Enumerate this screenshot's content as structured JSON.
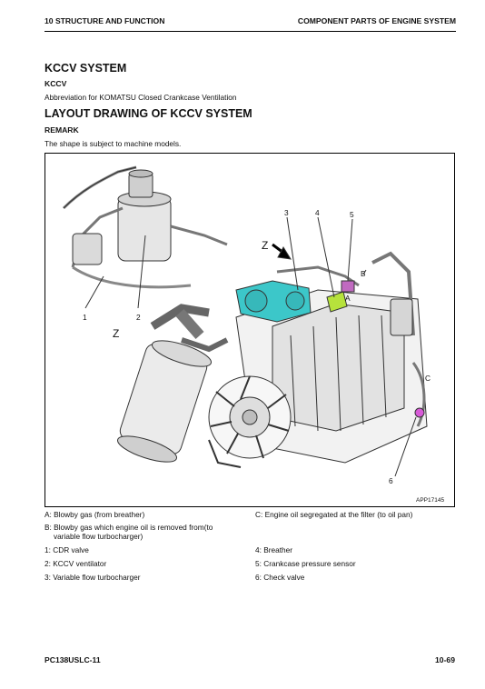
{
  "header": {
    "left": "10 STRUCTURE AND FUNCTION",
    "right": "COMPONENT PARTS OF ENGINE SYSTEM"
  },
  "section": {
    "title": "KCCV SYSTEM",
    "subtitle": "KCCV",
    "description": "Abbreviation for KOMATSU Closed Crankcase Ventilation"
  },
  "layout": {
    "title": "LAYOUT DRAWING OF KCCV SYSTEM",
    "remark_heading": "REMARK",
    "remark_text": "The shape is subject to machine models."
  },
  "figure": {
    "labels": {
      "n1": "1",
      "n2": "2",
      "n3": "3",
      "n4": "4",
      "n5": "5",
      "n6": "6",
      "a": "A",
      "b": "B",
      "c": "C",
      "z": "Z"
    },
    "code": "APP17145",
    "colors": {
      "turbo": "#3cc7c9",
      "sensor": "#b6e23c",
      "check_valve": "#d85bd8"
    }
  },
  "legend": {
    "a": "A: Blowby gas (from breather)",
    "b_line1": "B: Blowby gas which engine oil is removed from(to",
    "b_line2": "variable flow turbocharger)",
    "c": "C: Engine oil segregated at the filter (to oil pan)",
    "i1": "1: CDR valve",
    "i2": "2: KCCV ventilator",
    "i3": "3: Variable flow turbocharger",
    "i4": "4: Breather",
    "i5": "5: Crankcase pressure sensor",
    "i6": "6: Check valve"
  },
  "footer": {
    "model": "PC138USLC-11",
    "page": "10-69"
  }
}
